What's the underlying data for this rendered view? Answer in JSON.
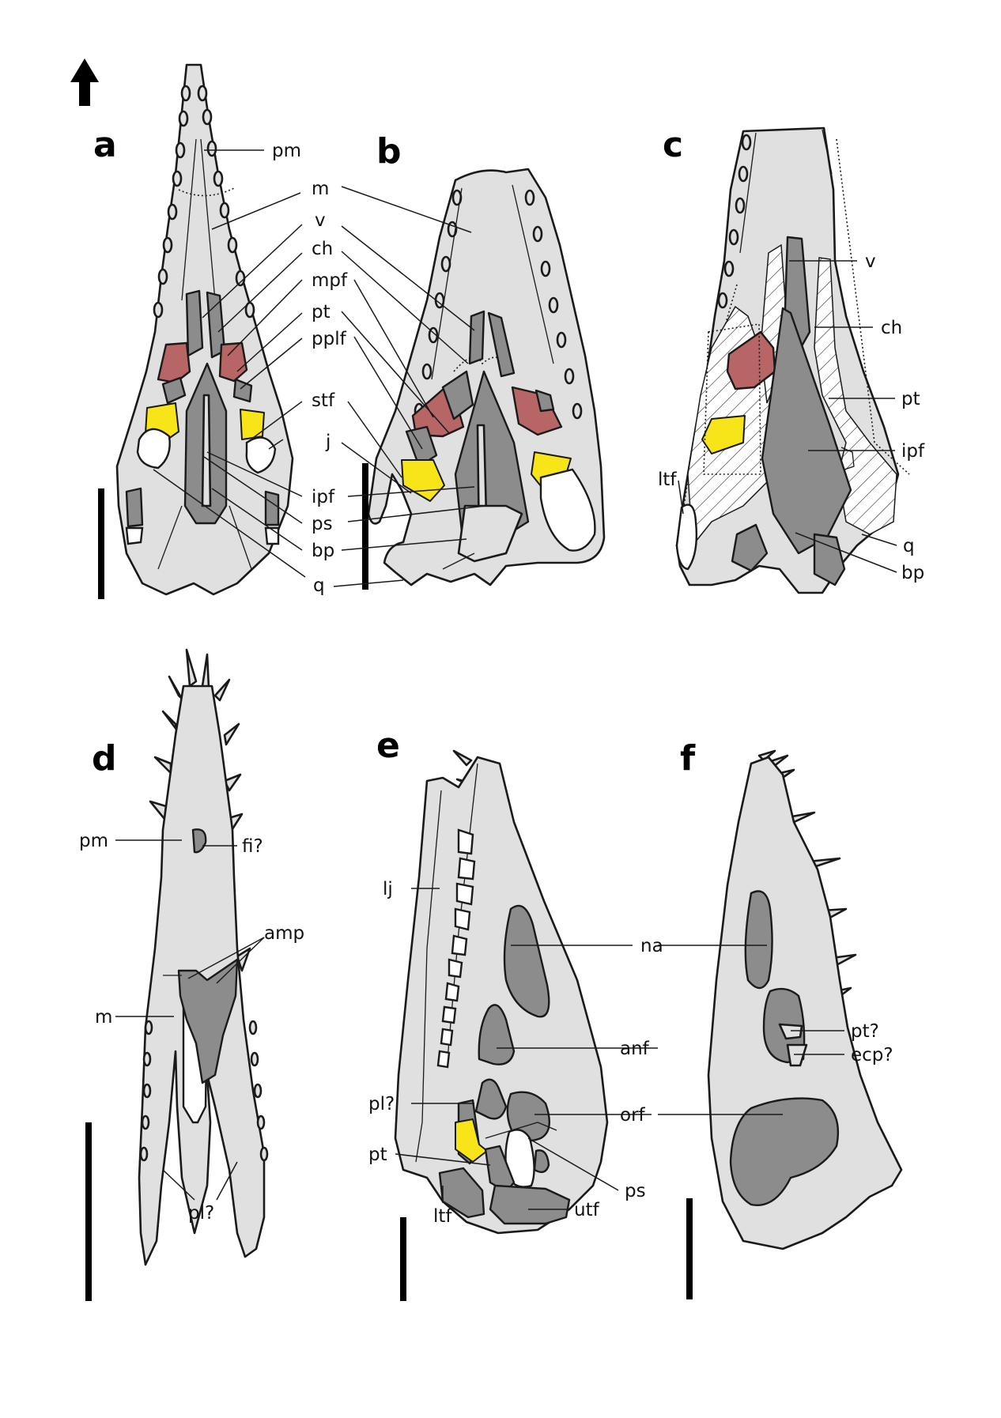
{
  "panels": [
    {
      "id": "a",
      "letter": "a"
    },
    {
      "id": "b",
      "letter": "b"
    },
    {
      "id": "c",
      "letter": "c"
    },
    {
      "id": "d",
      "letter": "d"
    },
    {
      "id": "e",
      "letter": "e"
    },
    {
      "id": "f",
      "letter": "f"
    }
  ],
  "labels": {
    "pm": "pm",
    "m": "m",
    "v": "v",
    "ch": "ch",
    "mpf": "mpf",
    "pt": "pt",
    "pplf": "pplf",
    "stf": "stf",
    "j": "j",
    "ipf": "ipf",
    "ps": "ps",
    "bp": "bp",
    "q": "q",
    "ltf": "ltf",
    "fi": "fi?",
    "amp": "amp",
    "pl_q": "pl?",
    "lj": "lj",
    "na": "na",
    "anf": "anf",
    "orf": "orf",
    "utf": "utf",
    "pt_q": "pt?",
    "ecp": "ecp?"
  },
  "icons": {
    "orientation": "arrow-up-icon"
  },
  "colors": {
    "bone": "#e0e0e0",
    "opening": "#8c8c8c",
    "highlight_red": "#b86565",
    "highlight_yellow": "#f7e51a"
  }
}
